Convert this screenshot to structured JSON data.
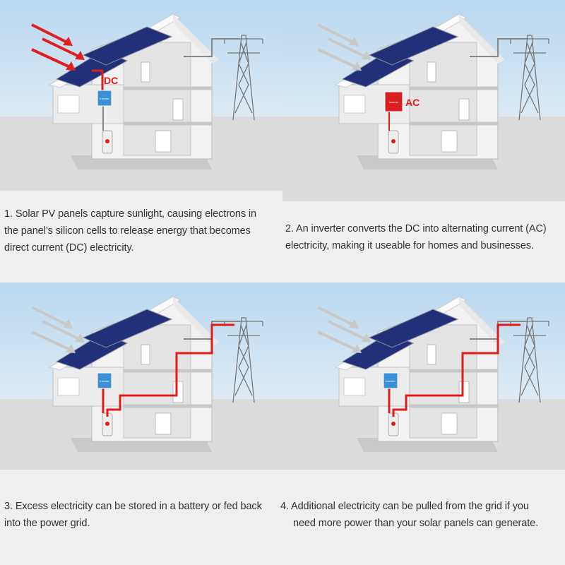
{
  "panels": [
    {
      "step": 1,
      "caption_lines": [
        "1. Solar PV panels capture sunlight, causing electrons in",
        "the panel’s silicon cells to release energy that becomes",
        "direct current (DC) electricity."
      ],
      "label": "DC",
      "inverter_label": "Inverter",
      "inverter_color": "#3a8fd6",
      "arrows_color": "#e02020",
      "wires": "dc"
    },
    {
      "step": 2,
      "caption_lines": [
        "2. An inverter converts the DC into alternating current (AC)",
        "electricity, making it useable for homes and businesses."
      ],
      "label": "AC",
      "inverter_label": "Inverter",
      "inverter_color": "#d81e1e",
      "arrows_color": "#c8c8c8",
      "wires": "none"
    },
    {
      "step": 3,
      "caption_lines": [
        "3. Excess electricity can be stored in a battery or fed back",
        "into the power grid."
      ],
      "label": "",
      "inverter_label": "Inverter",
      "inverter_color": "#3a8fd6",
      "arrows_color": "#c8c8c8",
      "wires": "grid"
    },
    {
      "step": 4,
      "caption_lines": [
        "4. Additional electricity can be pulled from the grid if you",
        "need more power than your solar panels can generate."
      ],
      "label": "",
      "inverter_label": "Inverter",
      "inverter_color": "#3a8fd6",
      "arrows_color": "#c8c8c8",
      "wires": "grid"
    }
  ],
  "colors": {
    "wire": "#e01b1b",
    "panel": "#22307a",
    "sky": "#cfe3f2",
    "ground": "#d6d6d6"
  }
}
